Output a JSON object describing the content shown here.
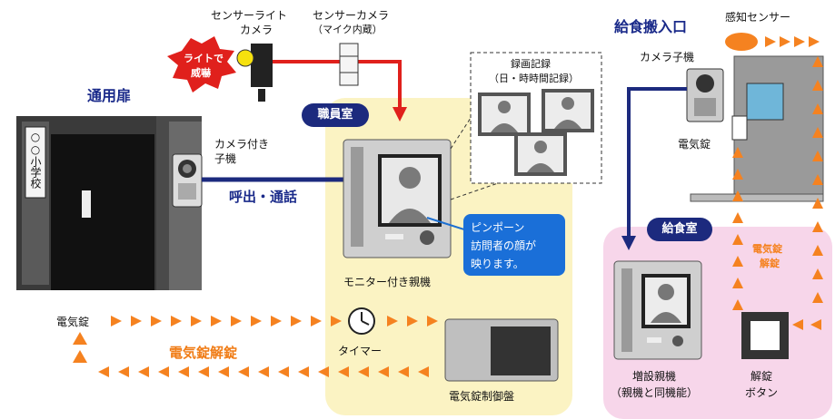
{
  "left_door": {
    "title": "通用扉",
    "school_sign": "○○小学校",
    "camera_label_line1": "カメラ付き",
    "camera_label_line2": "子機",
    "call_label": "呼出・通話",
    "lock_label": "電気錠"
  },
  "top": {
    "sensor_light_line1": "センサーライト",
    "sensor_light_line2": "カメラ",
    "sensor_camera_line1": "センサーカメラ",
    "sensor_camera_line2": "（マイク内蔵）",
    "threat_line1": "ライトで",
    "threat_line2": "威嚇"
  },
  "staff_room": {
    "pill": "職員室",
    "monitor_label": "モニター付き親機",
    "callout_line1": "ピンポーン",
    "callout_line2": "訪問者の顔が",
    "callout_line3": "映ります。",
    "timer_label": "タイマー",
    "lock_panel_label": "電気錠制御盤"
  },
  "recording": {
    "title_line1": "録画記録",
    "title_line2": "（日・時時間記録）"
  },
  "unlock_flow_label": "電気錠解錠",
  "kitchen": {
    "entrance_title": "給食搬入口",
    "sensor_label": "感知センサー",
    "camera_label": "カメラ子機",
    "lock_label": "電気錠",
    "unlock_vertical_line1": "電気錠",
    "unlock_vertical_line2": "解錠",
    "pill": "給食室",
    "extension_line1": "増設親機",
    "extension_line2": "（親機と同機能）",
    "unlock_button_line1": "解錠",
    "unlock_button_line2": "ボタン"
  },
  "colors": {
    "navy": "#1c2a7e",
    "orange": "#f58220",
    "red": "#e0201c",
    "staff_bg": "#fbf3c3",
    "kitchen_bg": "#f7d6ea"
  }
}
